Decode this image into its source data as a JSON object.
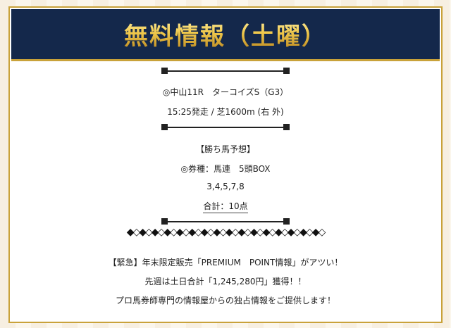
{
  "banner": {
    "title": "無料情報（土曜）"
  },
  "race": {
    "name": "◎中山11R　ターコイズS（G3）",
    "info": "15:25発走 / 芝1600m (右 外)"
  },
  "prediction": {
    "heading": "【勝ち馬予想】",
    "ticket": "◎券種：馬連　5頭BOX",
    "numbers": "3,4,5,7,8",
    "total": "合計：10点"
  },
  "decoration": {
    "diamonds": "◆◇◆◇◆◇◆◇◆◇◆◇◆◇◆◇◆◇◆◇◆◇◆◇◆◇◆◇◆◇◆◇"
  },
  "notice": {
    "line1": "【緊急】年末限定販売「PREMIUM　POINT情報」がアツい！",
    "line2": "先週は土日合計「1,245,280円」獲得！！",
    "line3": "プロ馬券師専門の情報屋からの独占情報をご提供します！"
  },
  "colors": {
    "banner_bg": "#14284b",
    "gold": "#c9a23a"
  }
}
